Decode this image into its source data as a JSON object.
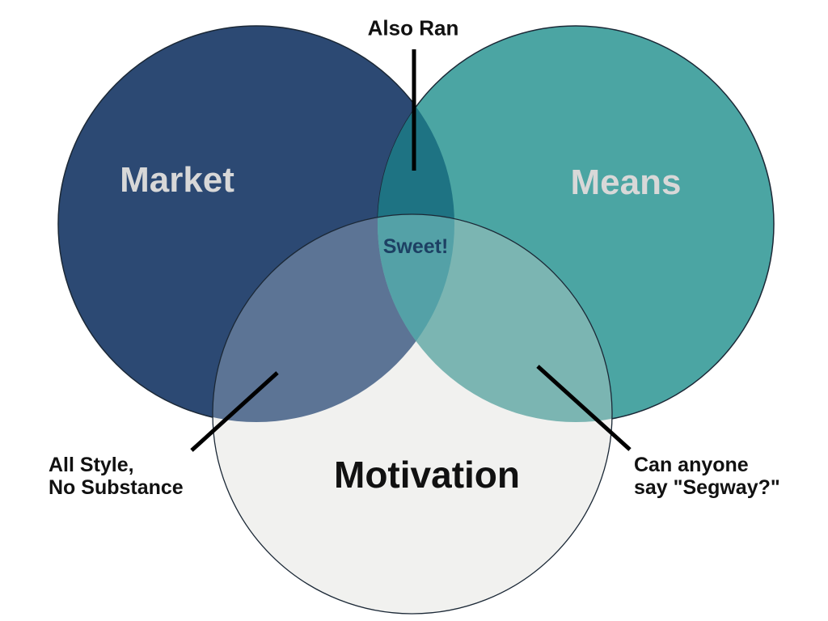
{
  "colors": {
    "background": "#FFFFFF",
    "market": "#2C4973",
    "means": "#4BA5A3",
    "motivation": "#F1F1EF",
    "market_means": "#1E7383",
    "market_motivation": "#5C7495",
    "means_motivation": "#7BB5B2",
    "center": "#54A1A7",
    "outline": "#1B2836",
    "callout_line": "#000000",
    "circle_label_light": "#D8D8D8",
    "dark_label": "#111111",
    "sweet_text": "#1D4063"
  },
  "venn": {
    "sets": [
      {
        "label": "Market"
      },
      {
        "label": "Means"
      },
      {
        "label": "Motivation"
      }
    ],
    "intersections": {
      "market_means": {
        "label": "Also Ran"
      },
      "market_motivation": {
        "label_line1": "All Style,",
        "label_line2": "No Substance"
      },
      "means_motivation": {
        "label_line1": "Can anyone",
        "label_line2": "say \"Segway?\""
      },
      "market_means_motivation": {
        "label": "Sweet!"
      }
    }
  }
}
